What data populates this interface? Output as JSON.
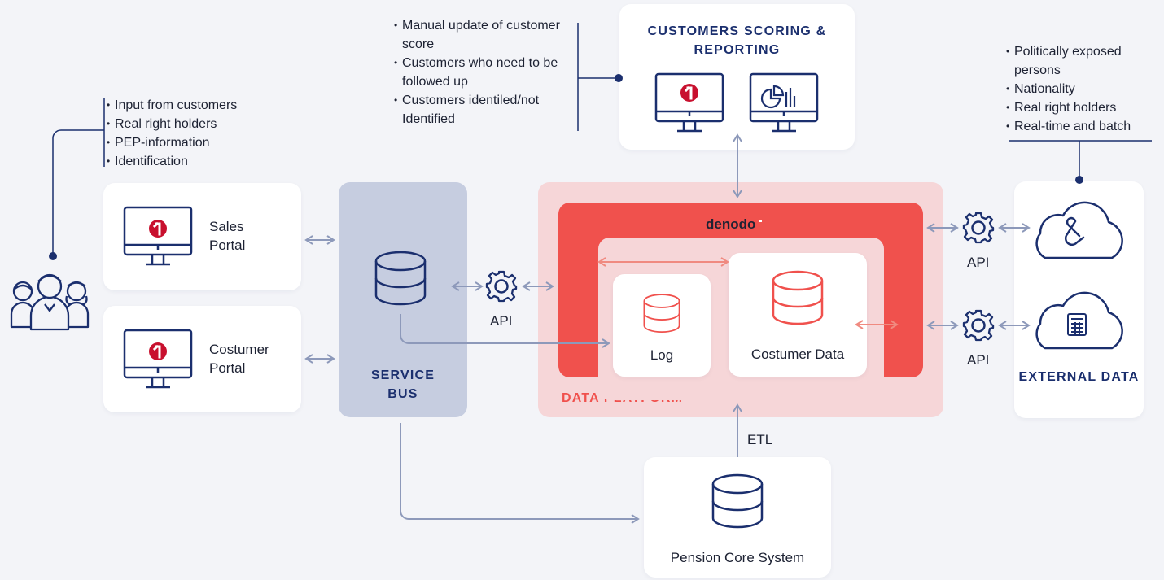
{
  "customers_scoring": {
    "title": "CUSTOMERS SCORING & REPORTING",
    "notes": [
      "Manual update of customer score",
      "Customers who need to be followed up",
      "Customers identiled/not Identified"
    ]
  },
  "input_notes": [
    "Input from customers",
    "Real right holders",
    "PEP-information",
    "Identification"
  ],
  "external_notes": [
    "Politically exposed persons",
    "Nationality",
    "Real right holders",
    "Real-time and batch"
  ],
  "portals": {
    "sales": "Sales Portal",
    "customer": "Costumer Portal"
  },
  "service_bus": {
    "title": "SERVICE BUS"
  },
  "api_label": "API",
  "data_platform": {
    "title": "DATA PLATFORM",
    "brand": "denodo",
    "log": "Log",
    "customer_data": "Costumer Data"
  },
  "external_data": {
    "title": "EXTERNAL DATA"
  },
  "etl_label": "ETL",
  "pension": {
    "title": "Pension Core System"
  },
  "colors": {
    "navy": "#1b2f6e",
    "red": "#f0514d",
    "pink_bg": "#f6d6d8",
    "bus_bg": "#c6cde0",
    "arrow": "#8d99ba",
    "salmon": "#f08a80"
  }
}
